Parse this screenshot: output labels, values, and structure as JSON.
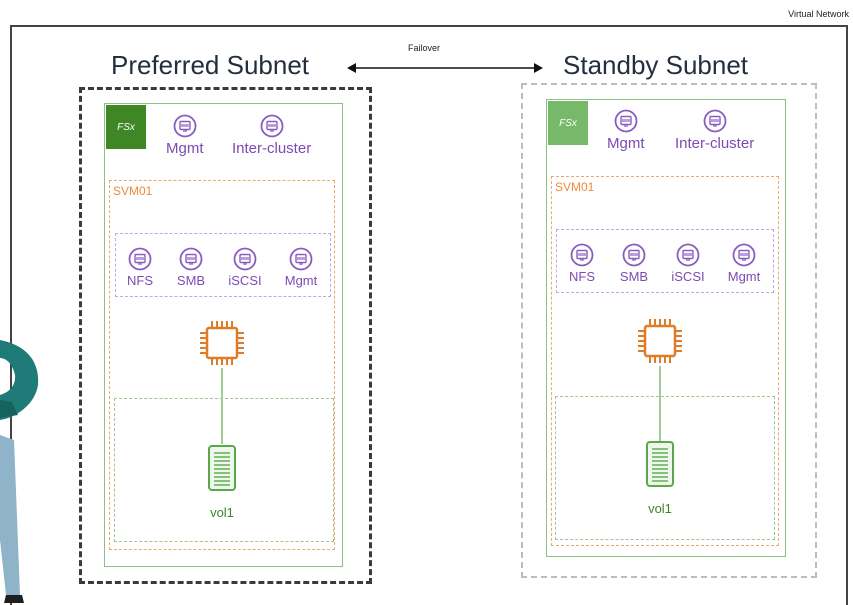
{
  "virtual_network_label": "Virtual Network",
  "failover_label": "Failover",
  "preferred": {
    "title": "Preferred Subnet",
    "fsx_logo": "FSx",
    "top_interfaces": [
      "Mgmt",
      "Inter-cluster"
    ],
    "svm_label": "SVM01",
    "protocols": [
      "NFS",
      "SMB",
      "iSCSI",
      "Mgmt"
    ],
    "volume": "vol1"
  },
  "standby": {
    "title": "Standby Subnet",
    "fsx_logo": "FSx",
    "top_interfaces": [
      "Mgmt",
      "Inter-cluster"
    ],
    "svm_label": "SVM01",
    "protocols": [
      "NFS",
      "SMB",
      "iSCSI",
      "Mgmt"
    ],
    "volume": "vol1"
  },
  "colors": {
    "fsx_green": "#3f8624",
    "interface_purple": "#7d4ab2",
    "svm_orange": "#f08a3c",
    "chip_orange": "#e07b28",
    "volume_green": "#3f8624"
  }
}
